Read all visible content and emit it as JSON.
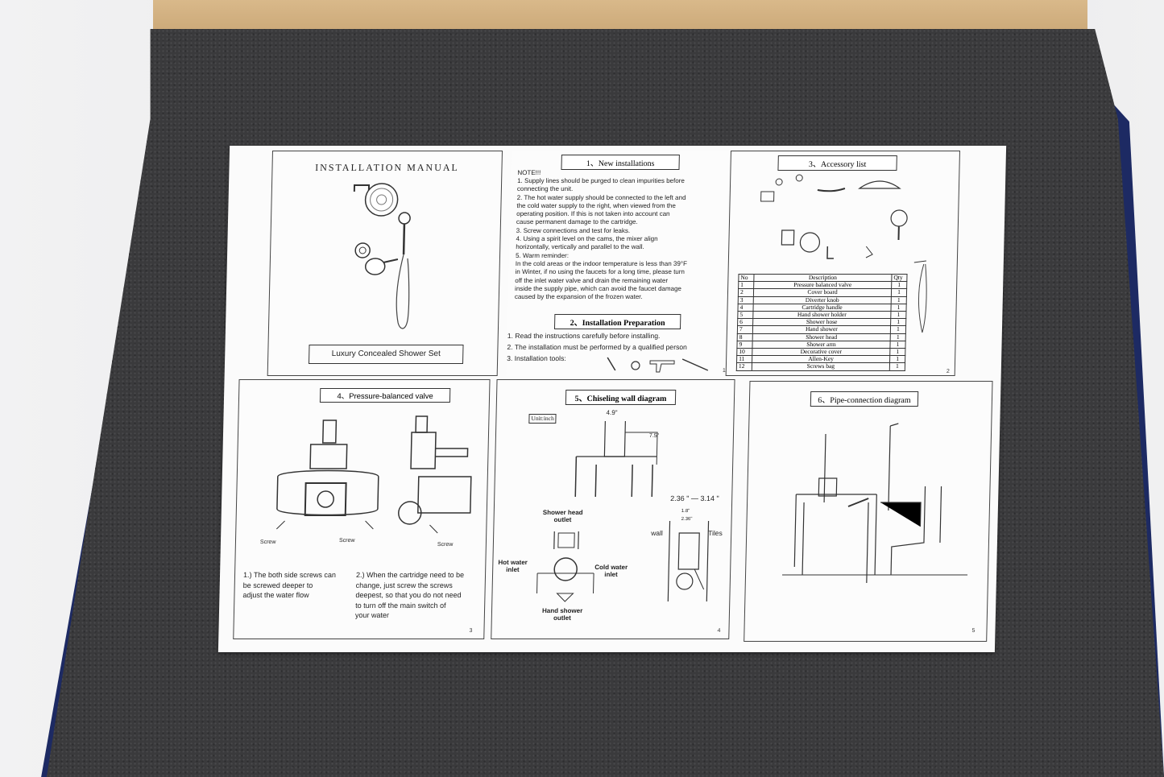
{
  "manual": {
    "title": "INSTALLATION MANUAL",
    "product_name": "Luxury Concealed Shower Set",
    "section1": {
      "title": "1、New installations",
      "note": "NOTE!!!",
      "items": [
        "1.  Supply lines should be purged to clean impurities before",
        "     connecting the unit.",
        "2.  The hot water supply should be connected to the left and",
        "     the cold water supply to the right, when viewed from the",
        "     operating position. If this is not  taken into account can",
        "     cause permanent damage to the cartridge.",
        "3.  Screw connections and test for leaks.",
        "4.  Using a spirit level on the cams, the mixer align",
        "     horizontally, vertically and parallel to the wall.",
        "5.  Warm reminder:",
        "     In the cold areas or the indoor temperature is less than 39°F",
        "     in Winter, if no using the faucets for a long time, please turn",
        "     off the inlet water valve and drain the remaining water",
        "     inside the supply pipe, which can avoid the faucet damage",
        "     caused by the expansion of the frozen water."
      ]
    },
    "section2": {
      "title": "2、Installation Preparation",
      "items": [
        "1.   Read the instructions carefully before installing.",
        "2.   The installation must be performed by a qualified person",
        "3.   Installation tools:"
      ],
      "page": "1"
    },
    "section3": {
      "title": "3、Accessory list",
      "headers": [
        "No",
        "Description",
        "Qty"
      ],
      "rows": [
        [
          "1",
          "Pressure balanced valve",
          "1"
        ],
        [
          "2",
          "Cover board",
          "1"
        ],
        [
          "3",
          "Diverter knob",
          "1"
        ],
        [
          "4",
          "Cartridge handle",
          "1"
        ],
        [
          "5",
          "Hand shower holder",
          "1"
        ],
        [
          "6",
          "Shower hose",
          "1"
        ],
        [
          "7",
          "Hand shower",
          "1"
        ],
        [
          "8",
          "Shower head",
          "1"
        ],
        [
          "9",
          "Shower arm",
          "1"
        ],
        [
          "10",
          "Decorative cover",
          "1"
        ],
        [
          "11",
          "Allen-Key",
          "1"
        ],
        [
          "12",
          "Screws bag",
          "1"
        ]
      ],
      "page": "2"
    },
    "section4": {
      "title": "4、Pressure-balanced valve",
      "screw1": "Screw",
      "screw2": "Screw",
      "screw3": "Screw",
      "note1": [
        "1.)  The both side screws can",
        "      be screwed deeper to",
        "      adjust the water flow"
      ],
      "note2": [
        "2.) When the cartridge need to be",
        "      change, just screw the screws",
        "      deepest, so that you do not need",
        "      to turn off the main switch of",
        "      your water"
      ],
      "page": "3"
    },
    "section5": {
      "title": "5、Chiseling  wall  diagram",
      "unit": "Unit:inch",
      "dim1": "4.9\"",
      "dim2": "7.5\"",
      "dim3": "2.36 \" — 3.14 \"",
      "dim4": "1.8\"",
      "dim5": "2.36\"",
      "wall": "wall",
      "tiles": "Tiles",
      "shower_head_outlet": [
        "Shower head",
        "outlet"
      ],
      "hot_water_inlet": [
        "Hot water",
        "inlet"
      ],
      "cold_water_inlet": [
        "Cold water",
        "inlet"
      ],
      "hand_shower_outlet": [
        "Hand shower",
        "outlet"
      ],
      "page": "4"
    },
    "section6": {
      "title": "6、Pipe-connection diagram",
      "page": "5"
    }
  }
}
